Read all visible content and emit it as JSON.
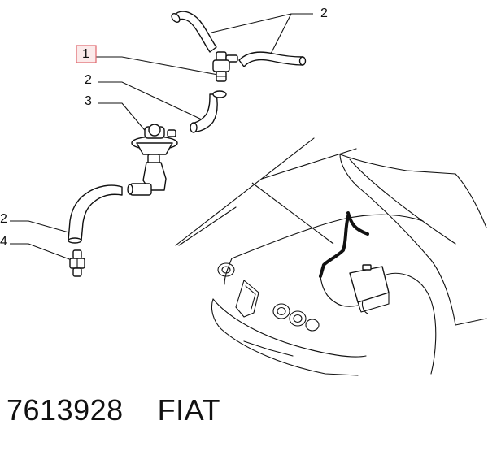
{
  "callouts": [
    {
      "id": "c2a",
      "label": "2"
    },
    {
      "id": "c1",
      "label": "1",
      "highlight_color": "#e0656b"
    },
    {
      "id": "c2b",
      "label": "2"
    },
    {
      "id": "c3",
      "label": "3"
    },
    {
      "id": "c2c",
      "label": "2"
    },
    {
      "id": "c4",
      "label": "4"
    }
  ],
  "footer": {
    "part_number": "7613928",
    "brand": "FIAT"
  },
  "colors": {
    "ink": "#111111",
    "highlight_box": "#e0656b",
    "highlight_fill": "#fbeaea"
  }
}
